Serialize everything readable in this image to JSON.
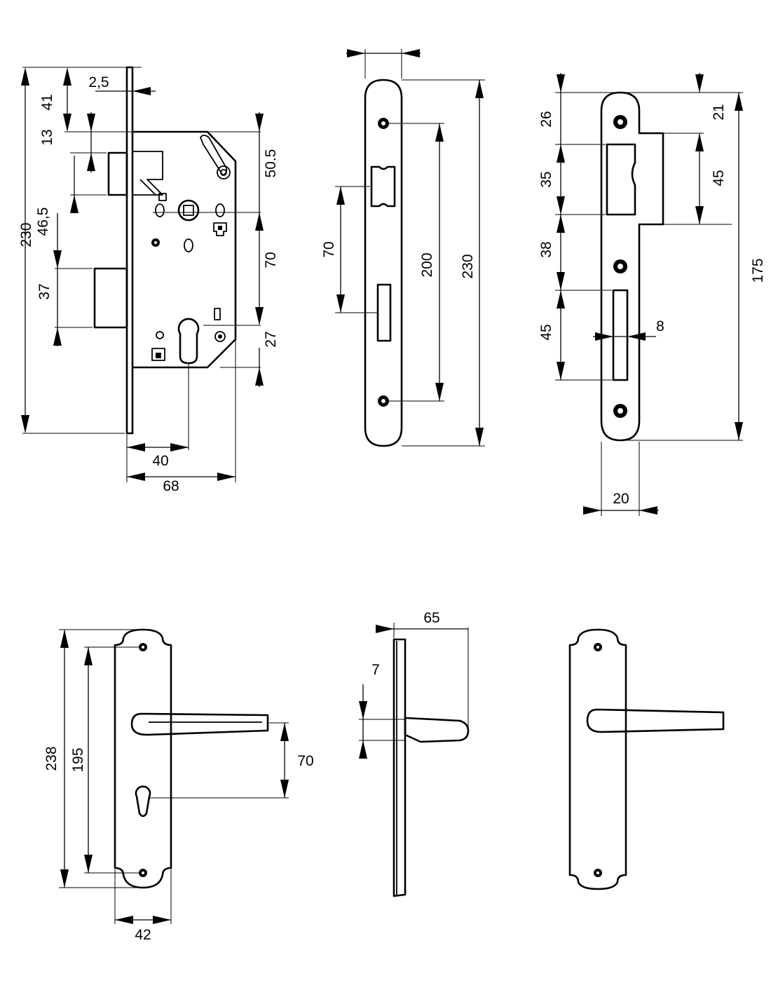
{
  "diagram": {
    "mortise_lock": {
      "dim_total_height": "230",
      "dim_faceplate_thickness": "2,5",
      "dim_top_to_latch": "41",
      "dim_latch_height": "13",
      "dim_latch_to_deadbolt": "46,5",
      "dim_deadbolt_height": "37",
      "dim_top_to_spindle": "50.5",
      "dim_spindle_to_cylinder": "70",
      "dim_cylinder_to_bottom": "27",
      "dim_backset": "40",
      "dim_case_depth": "68"
    },
    "faceplate": {
      "dim_width": "",
      "dim_cutout_spacing": "70",
      "dim_screw_spacing": "200",
      "dim_height": "230"
    },
    "strike_plate": {
      "dim_top_26": "26",
      "dim_latch_35": "35",
      "dim_gap_38": "38",
      "dim_bolt_45": "45",
      "dim_top_21": "21",
      "dim_box_45": "45",
      "dim_length": "175",
      "dim_bolt_width": "8",
      "dim_width": "20"
    },
    "handle_front": {
      "dim_plate_height": "238",
      "dim_screw_spacing": "195",
      "dim_handle_to_cylinder": "70",
      "dim_plate_width": "42"
    },
    "handle_side": {
      "dim_projection": "65",
      "dim_lever_thickness": "7"
    }
  }
}
